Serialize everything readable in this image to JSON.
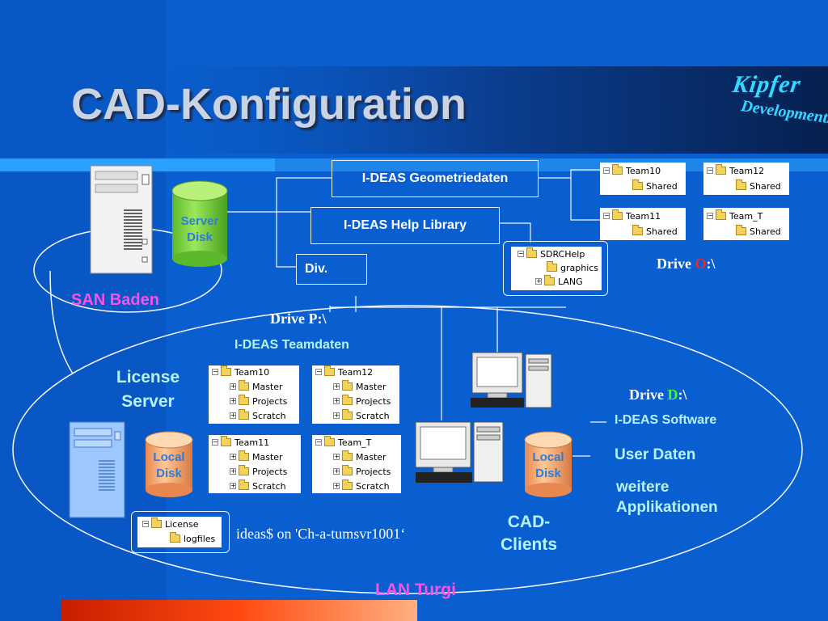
{
  "title": "CAD-Konfiguration",
  "logo": {
    "line1": "Kipfer",
    "line2": "Developments"
  },
  "boxes": {
    "geometriedaten": "I-DEAS Geometriedaten",
    "help_library": "I-DEAS Help Library",
    "div": "Div."
  },
  "server_disk": {
    "line1": "Server",
    "line2": "Disk"
  },
  "san_label": "SAN Baden",
  "lan_label": "LAN Turgi",
  "license_server": {
    "line1": "License",
    "line2": "Server"
  },
  "local_disk": {
    "line1": "Local",
    "line2": "Disk"
  },
  "cad_clients": {
    "line1": "CAD-",
    "line2": "Clients"
  },
  "drive_o": {
    "prefix": "Drive ",
    "letter": "O",
    "suffix": ":\\"
  },
  "drive_p": {
    "text": "Drive P:\\"
  },
  "drive_d": {
    "prefix": "Drive ",
    "letter": "D",
    "suffix": ":\\"
  },
  "teamdaten": "I-DEAS Teamdaten",
  "drive_d_items": {
    "software": "I-DEAS Software",
    "user": "User Daten",
    "weitere1": "weitere",
    "weitere2": "Applikationen"
  },
  "ideas_share": "ideas$ on 'Ch-a-tumsvr1001‘",
  "trees_top": [
    {
      "root": "Team10",
      "child": "Shared"
    },
    {
      "root": "Team12",
      "child": "Shared"
    },
    {
      "root": "Team11",
      "child": "Shared"
    },
    {
      "root": "Team_T",
      "child": "Shared"
    }
  ],
  "tree_sdrc": {
    "root": "SDRCHelp",
    "children": [
      "graphics",
      "LANG"
    ]
  },
  "trees_team": [
    {
      "root": "Team10",
      "children": [
        "Master",
        "Projects",
        "Scratch"
      ]
    },
    {
      "root": "Team12",
      "children": [
        "Master",
        "Projects",
        "Scratch"
      ]
    },
    {
      "root": "Team11",
      "children": [
        "Master",
        "Projects",
        "Scratch"
      ]
    },
    {
      "root": "Team_T",
      "children": [
        "Master",
        "Projects",
        "Scratch"
      ]
    }
  ],
  "tree_license": {
    "root": "License",
    "child": "logfiles"
  },
  "colors": {
    "background": "#0a5fd0",
    "cyan_text": "#b6f3ff",
    "magenta_text": "#ff4fe6",
    "drive_letter": "#ff2020",
    "drive_d_letter": "#33ff33",
    "server_disk": "#7fd63a",
    "local_disk": "#f8b07a"
  }
}
